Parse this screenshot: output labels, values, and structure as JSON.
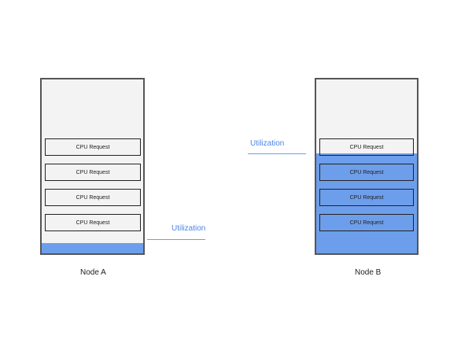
{
  "colors": {
    "utilization": "#6d9eeb",
    "label_blue": "#4a86e8"
  },
  "node_a": {
    "label": "Node A",
    "utilization_fraction": 0.06,
    "requests": [
      "CPU Request",
      "CPU Request",
      "CPU Request",
      "CPU Request"
    ],
    "utilization_label": "Utilization"
  },
  "node_b": {
    "label": "Node B",
    "utilization_fraction": 0.56,
    "requests": [
      "CPU Request",
      "CPU Request",
      "CPU Request",
      "CPU Request"
    ],
    "utilization_label": "Utilization"
  }
}
